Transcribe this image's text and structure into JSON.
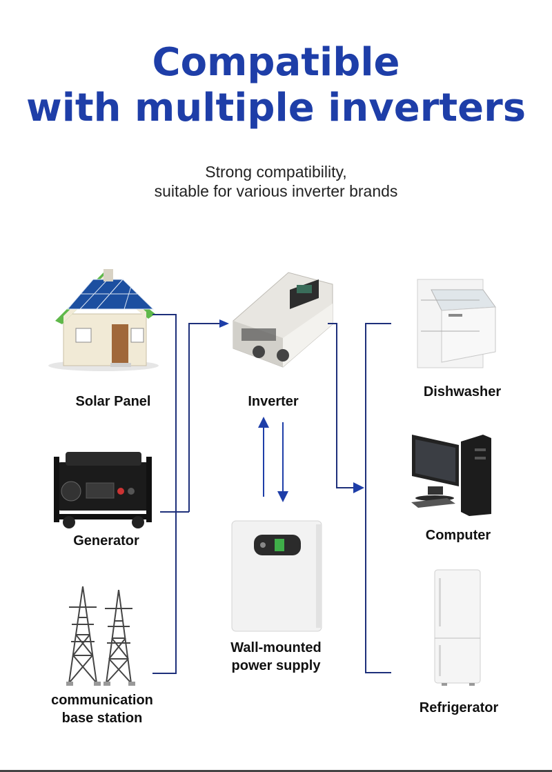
{
  "header": {
    "title_line1": "Compatible",
    "title_line2": "with multiple inverters",
    "subtitle_line1": "Strong compatibility,",
    "subtitle_line2": "suitable for various inverter brands"
  },
  "sources": {
    "solar_panel": "Solar Panel",
    "generator": "Generator",
    "base_station_line1": "communication",
    "base_station_line2": "base station"
  },
  "center": {
    "inverter": "Inverter",
    "battery_line1": "Wall-mounted",
    "battery_line2": "power supply"
  },
  "loads": {
    "dishwasher": "Dishwasher",
    "computer": "Computer",
    "refrigerator": "Refrigerator"
  },
  "colors": {
    "accent_blue": "#1e3ea8",
    "line_navy": "#1d2f7a"
  }
}
